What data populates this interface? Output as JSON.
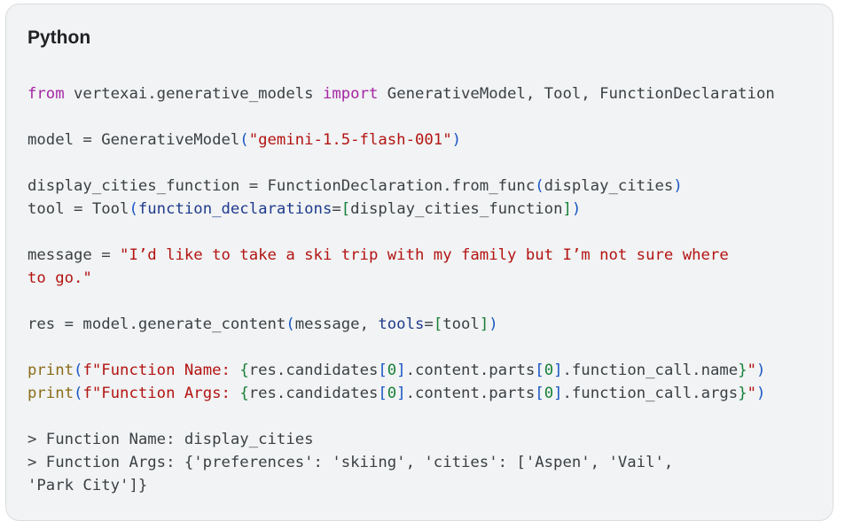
{
  "code_block": {
    "language_label": "Python",
    "lines": [
      [
        {
          "t": "from",
          "c": "kw"
        },
        {
          "t": " vertexai.generative_models ",
          "c": "pl"
        },
        {
          "t": "import",
          "c": "kw"
        },
        {
          "t": " GenerativeModel, Tool, FunctionDeclaration",
          "c": "pl"
        }
      ],
      [],
      [
        {
          "t": "model = GenerativeModel",
          "c": "pl"
        },
        {
          "t": "(",
          "c": "b1"
        },
        {
          "t": "\"gemini-1.5-flash-001\"",
          "c": "str"
        },
        {
          "t": ")",
          "c": "b1"
        }
      ],
      [],
      [
        {
          "t": "display_cities_function = FunctionDeclaration.from_func",
          "c": "pl"
        },
        {
          "t": "(",
          "c": "b1"
        },
        {
          "t": "display_cities",
          "c": "pl"
        },
        {
          "t": ")",
          "c": "b1"
        }
      ],
      [
        {
          "t": "tool = Tool",
          "c": "pl"
        },
        {
          "t": "(",
          "c": "b1"
        },
        {
          "t": "function_declarations",
          "c": "argname"
        },
        {
          "t": "=",
          "c": "pl"
        },
        {
          "t": "[",
          "c": "b2"
        },
        {
          "t": "display_cities_function",
          "c": "pl"
        },
        {
          "t": "]",
          "c": "b2"
        },
        {
          "t": ")",
          "c": "b1"
        }
      ],
      [],
      [
        {
          "t": "message = ",
          "c": "pl"
        },
        {
          "t": "\"I’d like to take a ski trip with my family but I’m not sure where",
          "c": "str"
        }
      ],
      [
        {
          "t": "to go.\"",
          "c": "str"
        }
      ],
      [],
      [
        {
          "t": "res = model.generate_content",
          "c": "pl"
        },
        {
          "t": "(",
          "c": "b1"
        },
        {
          "t": "message, ",
          "c": "pl"
        },
        {
          "t": "tools",
          "c": "argname"
        },
        {
          "t": "=",
          "c": "pl"
        },
        {
          "t": "[",
          "c": "b2"
        },
        {
          "t": "tool",
          "c": "pl"
        },
        {
          "t": "]",
          "c": "b2"
        },
        {
          "t": ")",
          "c": "b1"
        }
      ],
      [],
      [
        {
          "t": "print",
          "c": "fn"
        },
        {
          "t": "(",
          "c": "b1"
        },
        {
          "t": "f\"Function Name: ",
          "c": "str"
        },
        {
          "t": "{",
          "c": "b2"
        },
        {
          "t": "res.candidates",
          "c": "pl"
        },
        {
          "t": "[",
          "c": "b1"
        },
        {
          "t": "0",
          "c": "num"
        },
        {
          "t": "]",
          "c": "b1"
        },
        {
          "t": ".content.parts",
          "c": "pl"
        },
        {
          "t": "[",
          "c": "b1"
        },
        {
          "t": "0",
          "c": "num"
        },
        {
          "t": "]",
          "c": "b1"
        },
        {
          "t": ".function_call.name",
          "c": "pl"
        },
        {
          "t": "}",
          "c": "b2"
        },
        {
          "t": "\"",
          "c": "str"
        },
        {
          "t": ")",
          "c": "b1"
        }
      ],
      [
        {
          "t": "print",
          "c": "fn"
        },
        {
          "t": "(",
          "c": "b1"
        },
        {
          "t": "f\"Function Args: ",
          "c": "str"
        },
        {
          "t": "{",
          "c": "b2"
        },
        {
          "t": "res.candidates",
          "c": "pl"
        },
        {
          "t": "[",
          "c": "b1"
        },
        {
          "t": "0",
          "c": "num"
        },
        {
          "t": "]",
          "c": "b1"
        },
        {
          "t": ".content.parts",
          "c": "pl"
        },
        {
          "t": "[",
          "c": "b1"
        },
        {
          "t": "0",
          "c": "num"
        },
        {
          "t": "]",
          "c": "b1"
        },
        {
          "t": ".function_call.args",
          "c": "pl"
        },
        {
          "t": "}",
          "c": "b2"
        },
        {
          "t": "\"",
          "c": "str"
        },
        {
          "t": ")",
          "c": "b1"
        }
      ],
      [],
      [
        {
          "t": "> Function Name: display_cities",
          "c": "pl"
        }
      ],
      [
        {
          "t": "> Function Args: {'preferences': 'skiing', 'cities': ['Aspen', 'Vail',",
          "c": "pl"
        }
      ],
      [
        {
          "t": "'Park City']}",
          "c": "pl"
        }
      ]
    ]
  }
}
